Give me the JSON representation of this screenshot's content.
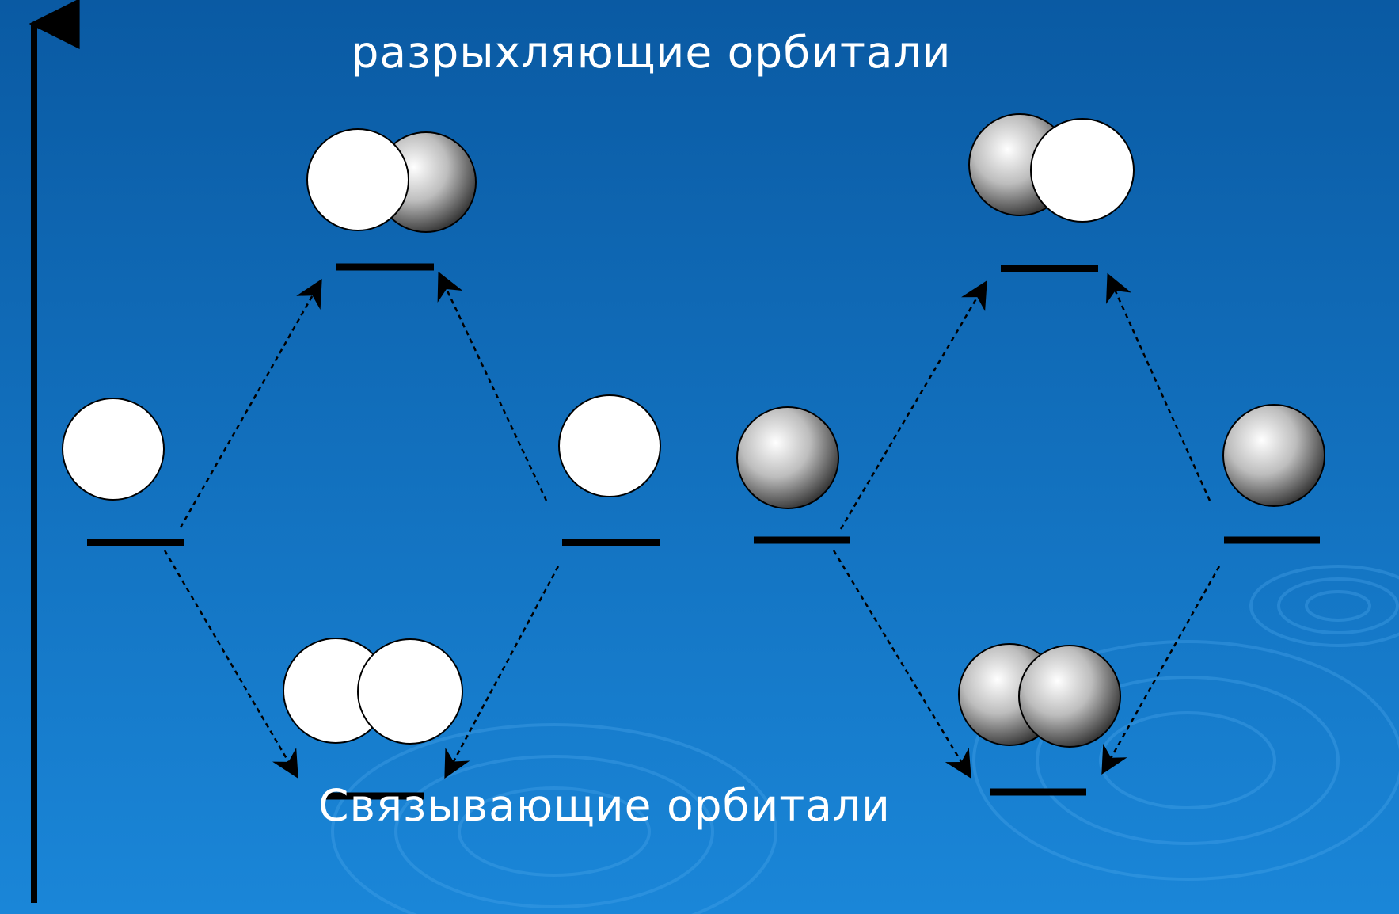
{
  "labels": {
    "antibonding": "разрыхляющие орбитали",
    "bonding": "Связывающие орбитали"
  },
  "colors": {
    "background_top": "#0a5aa3",
    "background_bottom": "#1a86d8",
    "lines": "#000000",
    "text": "#ffffff",
    "white_lobe": "#ffffff",
    "shaded_lobe_dark": "#1a1a1a",
    "shaded_lobe_light": "#f2f2f2"
  },
  "diagrams": [
    {
      "name": "left",
      "atomic_orbital_shading": [
        "white",
        "white"
      ],
      "antibonding_lobes": [
        "white",
        "shaded"
      ],
      "bonding_lobes": [
        "white",
        "white"
      ]
    },
    {
      "name": "right",
      "atomic_orbital_shading": [
        "shaded",
        "shaded"
      ],
      "antibonding_lobes": [
        "shaded",
        "white"
      ],
      "bonding_lobes": [
        "shaded",
        "shaded"
      ]
    }
  ]
}
